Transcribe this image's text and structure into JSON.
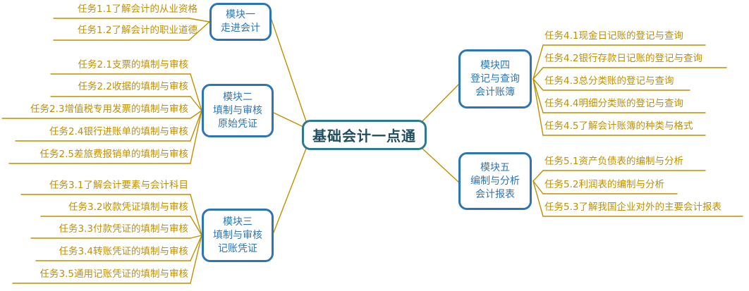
{
  "mindmap": {
    "title": "基础会计一点通",
    "colors": {
      "leaf": "#BF9000",
      "module_border": "#2E75B6",
      "module_text": "#2E75B6",
      "center_border": "#2E7A8C",
      "center_text": "#1F4E5F",
      "connector": "#BF9000",
      "background": "#FFFFFF"
    },
    "center": {
      "label": "基础会计一点通"
    },
    "modules": [
      {
        "id": "module-1",
        "lines": [
          "模块一",
          "走进会计"
        ],
        "side": "left",
        "leaves": [
          "任务1.1了解会计的从业资格",
          "任务1.2了解会计的职业道德"
        ]
      },
      {
        "id": "module-2",
        "lines": [
          "模块二",
          "填制与审核",
          "原始凭证"
        ],
        "side": "left",
        "leaves": [
          "任务2.1支票的填制与审核",
          "任务2.2收据的填制与审核",
          "任务2.3增值税专用发票的填制与审核",
          "任务2.4银行进账单的填制与审核",
          "任务2.5差旅费报销单的填制与审核"
        ]
      },
      {
        "id": "module-3",
        "lines": [
          "模块三",
          "填制与审核",
          "记账凭证"
        ],
        "side": "left",
        "leaves": [
          "任务3.1了解会计要素与会计科目",
          "任务3.2收款凭证填制与审核",
          "任务3.3付款凭证的填制与审核",
          "任务3.4转账凭证的填制与审核",
          "任务3.5通用记账凭证的填制与审核"
        ]
      },
      {
        "id": "module-4",
        "lines": [
          "模块四",
          "登记与查询",
          "会计账簿"
        ],
        "side": "right",
        "leaves": [
          "任务4.1现金日记账的登记与查询",
          "任务4.2银行存款日记账的登记与查询",
          "任务4.3总分类账的登记与查询",
          "任务4.4明细分类账的登记与查询",
          "任务4.5了解会计账簿的种类与格式"
        ]
      },
      {
        "id": "module-5",
        "lines": [
          "模块五",
          "编制与分析",
          "会计报表"
        ],
        "side": "right",
        "leaves": [
          "任务5.1资产负债表的编制与分析",
          "任务5.2利润表的编制与分析",
          "任务5.3了解我国企业对外的主要会计报表"
        ]
      }
    ]
  }
}
